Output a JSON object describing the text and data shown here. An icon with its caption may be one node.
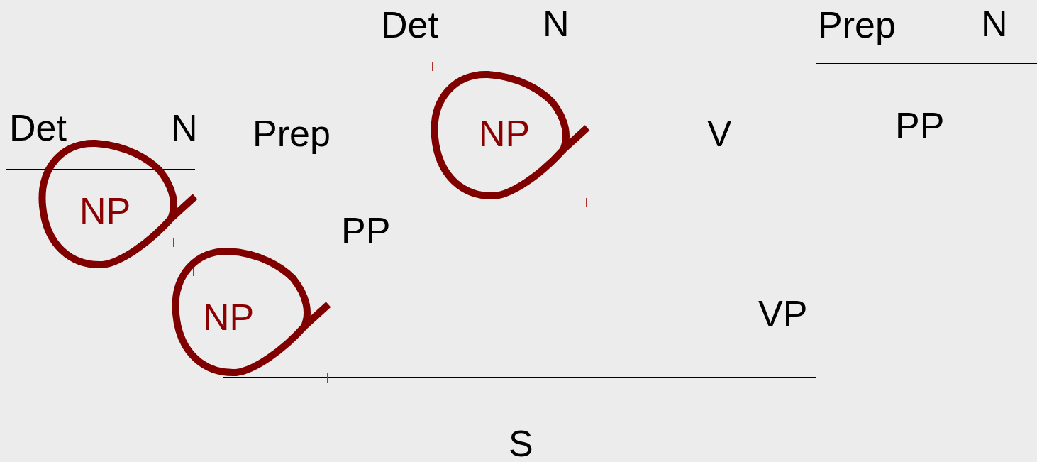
{
  "diagram": {
    "nodes": [
      {
        "text": [
          "NP"
        ]
      },
      {
        "text": [
          "NP"
        ]
      },
      {
        "text": [
          "NP"
        ]
      }
    ],
    "labels": [
      "Det",
      "N",
      "Prep",
      "N",
      "Det",
      "N",
      "Prep",
      "V",
      "PP",
      "PP",
      "VP",
      "S"
    ]
  }
}
